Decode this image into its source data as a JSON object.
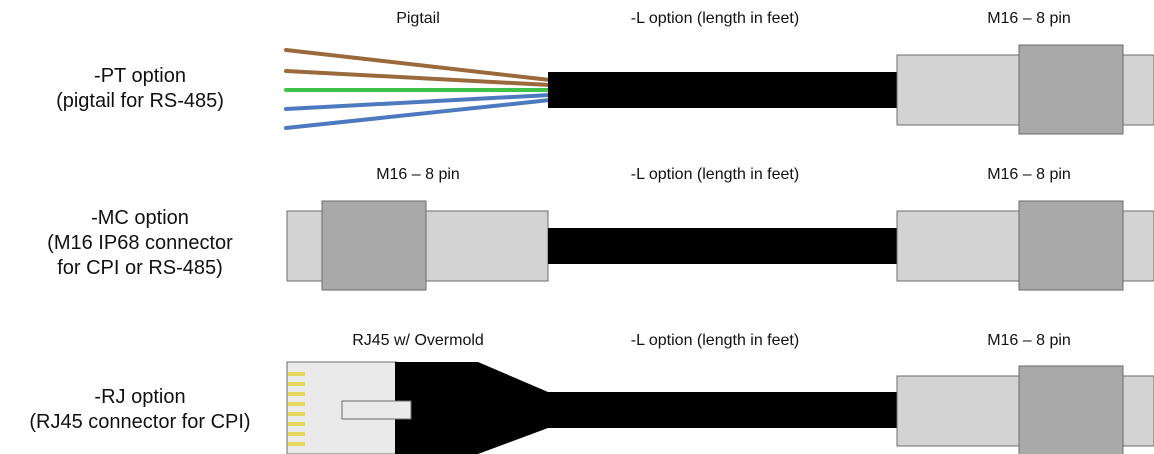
{
  "rows": [
    {
      "id": "pt",
      "option_lines": [
        "-PT option",
        "(pigtail for RS-485)"
      ],
      "left_label": "Pigtail",
      "middle_label": "-L option (length in feet)",
      "right_label": "M16 – 8 pin",
      "left_end": "pigtail-wires"
    },
    {
      "id": "mc",
      "option_lines": [
        "-MC option",
        "(M16 IP68 connector",
        "for CPI or RS-485)"
      ],
      "left_label": "M16 – 8 pin",
      "middle_label": "-L option (length in feet)",
      "right_label": "M16 – 8 pin",
      "left_end": "m16-connector"
    },
    {
      "id": "rj",
      "option_lines": [
        "-RJ option",
        "(RJ45 connector for CPI)"
      ],
      "left_label": "RJ45 w/ Overmold",
      "middle_label": "-L option (length in feet)",
      "right_label": "M16 – 8 pin",
      "left_end": "rj45-overmold"
    }
  ],
  "colors": {
    "cable": "#000000",
    "connector_shell": "#d3d3d3",
    "connector_nut": "#a9a9a9",
    "outline": "#6b6b6b",
    "wire_brown": "#9b6a3c",
    "wire_green": "#3fc24a",
    "wire_blue": "#4d79c0",
    "rj45_body": "#eaeaea",
    "rj45_contacts": "#e6d65a"
  },
  "pigtail_wire_colors": [
    "wire_brown",
    "wire_brown",
    "wire_green",
    "wire_blue",
    "wire_blue"
  ]
}
